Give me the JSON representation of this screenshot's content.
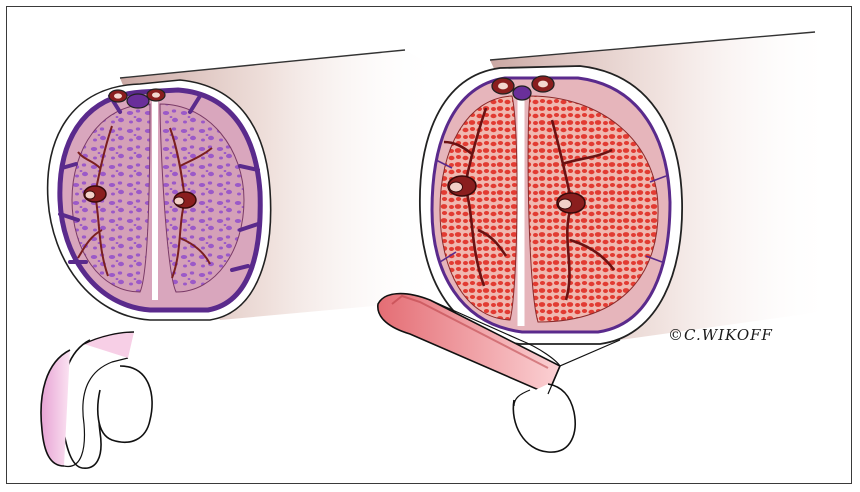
{
  "illustration": {
    "panels": [
      {
        "id": "flaccid",
        "sinusoid_color": "#9b59c8",
        "vessel_color": "#7a1f1f"
      },
      {
        "id": "erect",
        "sinusoid_color": "#e23b32",
        "vessel_color": "#6b1212"
      }
    ],
    "tissue_color": "#d6a3a8",
    "tunica_color": "#ffffff",
    "vein_color": "#5a2a8c"
  },
  "signature": {
    "text": "©C.WIKOFF"
  }
}
